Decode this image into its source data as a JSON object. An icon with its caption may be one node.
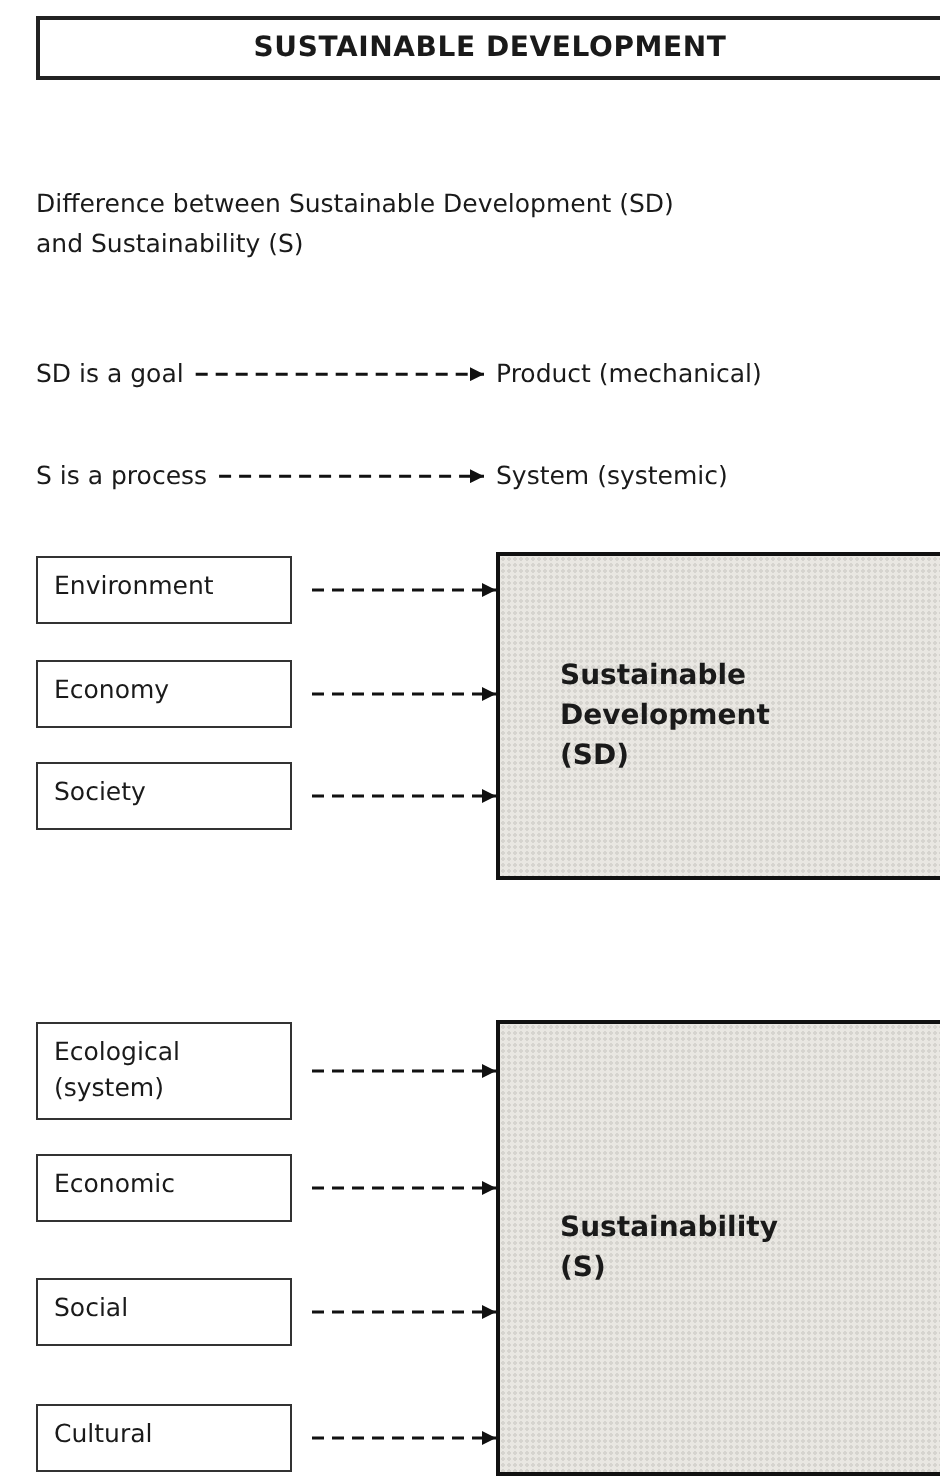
{
  "diagram": {
    "title": "SUSTAINABLE DEVELOPMENT",
    "nodes": [
      {
        "text": [
          "SD is a goal"
        ]
      },
      {
        "text": [
          "Product (mechanical)"
        ]
      },
      {
        "text": [
          "S is a process"
        ]
      },
      {
        "text": [
          "System (systemic)"
        ]
      },
      {
        "text": [
          "Environment"
        ]
      },
      {
        "text": [
          "Economy"
        ]
      },
      {
        "text": [
          "Society"
        ]
      },
      {
        "text": [
          "Sustainable Development (SD)"
        ]
      },
      {
        "text": [
          "Ecological (system)"
        ]
      },
      {
        "text": [
          "Economic"
        ]
      },
      {
        "text": [
          "Social"
        ]
      },
      {
        "text": [
          "Cultural"
        ]
      },
      {
        "text": [
          "Sustainability (S)"
        ]
      }
    ],
    "edges": [
      {
        "from": 0,
        "to": 1,
        "arrow": "to",
        "style": "dashed"
      },
      {
        "from": 2,
        "to": 3,
        "arrow": "to",
        "style": "dashed"
      },
      {
        "from": 4,
        "to": 7,
        "arrow": "to",
        "style": "dashed"
      },
      {
        "from": 5,
        "to": 7,
        "arrow": "to",
        "style": "dashed"
      },
      {
        "from": 6,
        "to": 7,
        "arrow": "to",
        "style": "dashed"
      },
      {
        "from": 8,
        "to": 12,
        "arrow": "to",
        "style": "dashed"
      },
      {
        "from": 9,
        "to": 12,
        "arrow": "to",
        "style": "dashed"
      },
      {
        "from": 10,
        "to": 12,
        "arrow": "to",
        "style": "dashed"
      },
      {
        "from": 11,
        "to": 12,
        "arrow": "to",
        "style": "dashed"
      }
    ],
    "labels": [
      "Difference between Sustainable Development (SD) and Sustainability (S)"
    ]
  }
}
